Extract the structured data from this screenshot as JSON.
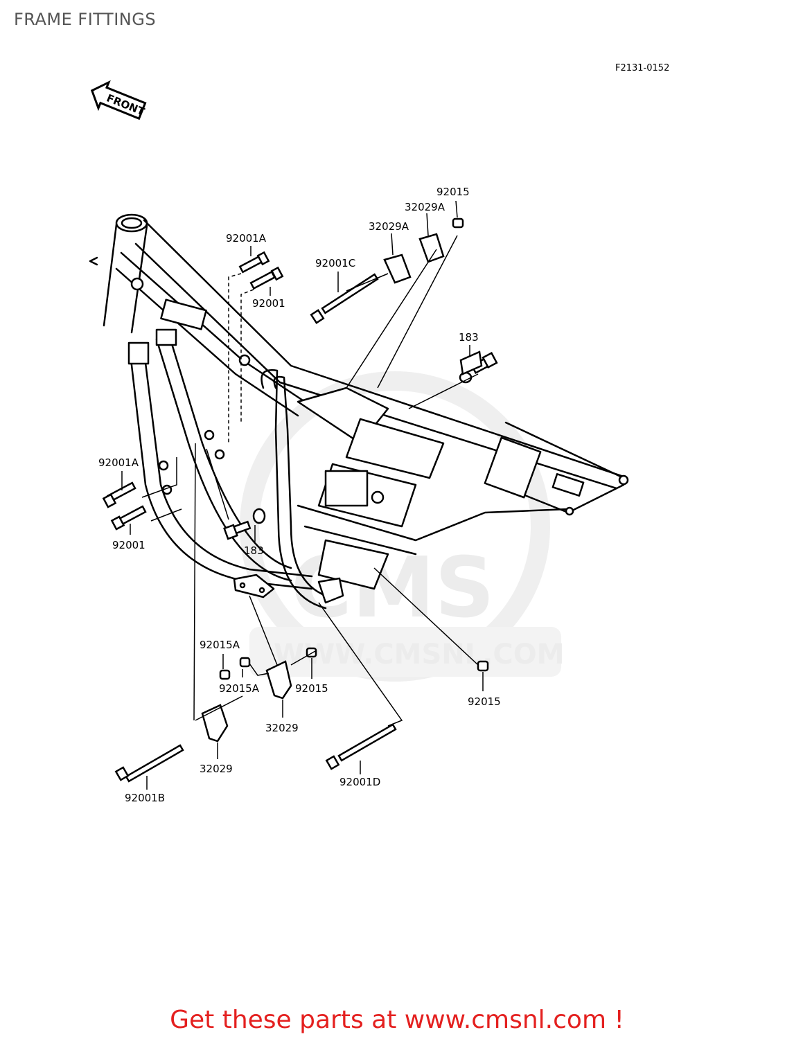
{
  "title": "FRAME FITTINGS",
  "ref_code": "F2131-0152",
  "front_label": "FRONT",
  "watermark": {
    "brand": "CMS",
    "url": "WWW.CMSNL.COM"
  },
  "promo_text": "Get these parts at www.cmsnl.com !",
  "parts": [
    {
      "id": "p1",
      "label": "92015"
    },
    {
      "id": "p2",
      "label": "32029A"
    },
    {
      "id": "p3",
      "label": "32029A"
    },
    {
      "id": "p4",
      "label": "92001A"
    },
    {
      "id": "p5",
      "label": "92001C"
    },
    {
      "id": "p6",
      "label": "92001"
    },
    {
      "id": "p7",
      "label": "183"
    },
    {
      "id": "p8",
      "label": "92001A"
    },
    {
      "id": "p9",
      "label": "92001"
    },
    {
      "id": "p10",
      "label": "183"
    },
    {
      "id": "p11",
      "label": "92015A"
    },
    {
      "id": "p12",
      "label": "92015A"
    },
    {
      "id": "p13",
      "label": "92015"
    },
    {
      "id": "p14",
      "label": "92015"
    },
    {
      "id": "p15",
      "label": "32029"
    },
    {
      "id": "p16",
      "label": "32029"
    },
    {
      "id": "p17",
      "label": "92001D"
    },
    {
      "id": "p18",
      "label": "92001B"
    }
  ]
}
